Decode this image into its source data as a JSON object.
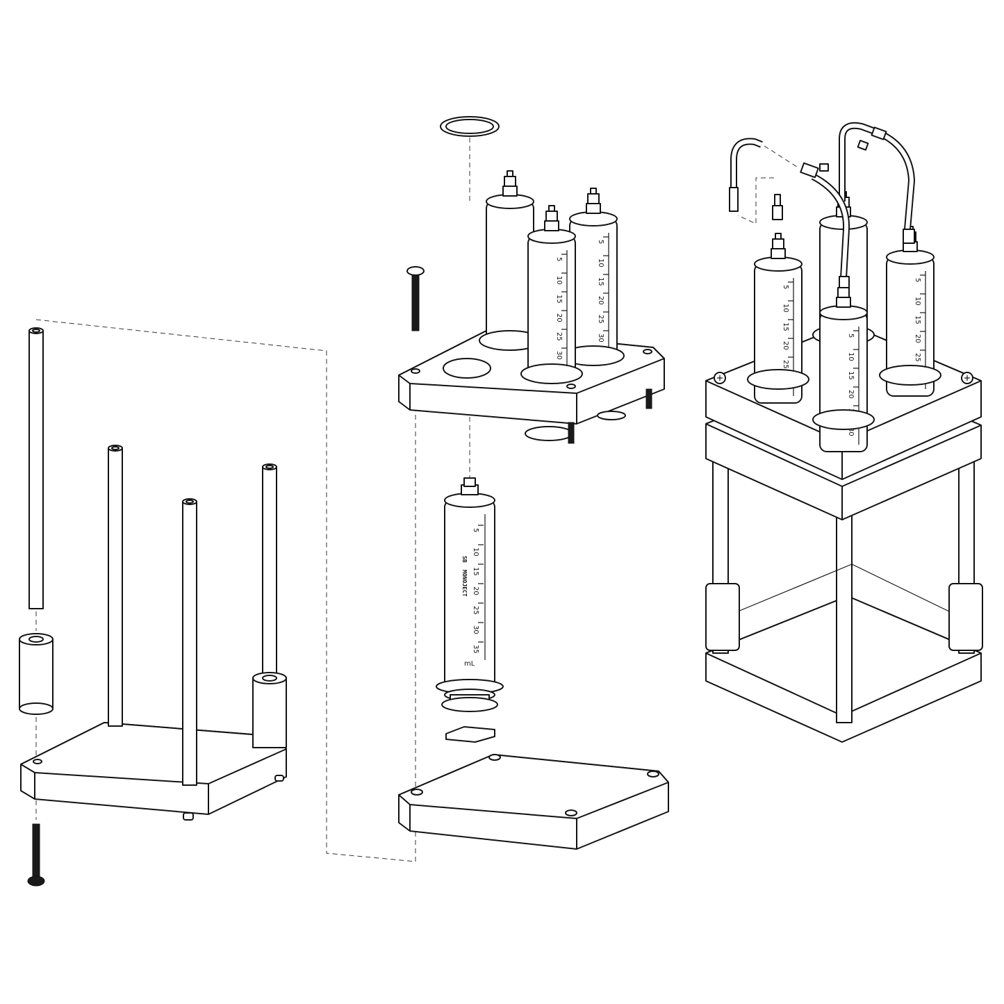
{
  "syringe": {
    "graduations": [
      "5",
      "10",
      "15",
      "20",
      "25",
      "30"
    ],
    "graduations_full": [
      "5",
      "10",
      "15",
      "20",
      "25",
      "30",
      "35"
    ],
    "brand": "MONOJECT",
    "logo": "SB",
    "unit": "mL"
  },
  "colors": {
    "line": "#111111",
    "background": "#ffffff",
    "fill": "#ffffff"
  },
  "icons": [
    "screw-icon",
    "syringe-icon",
    "o-ring-icon",
    "tube-icon",
    "fitting-icon"
  ]
}
